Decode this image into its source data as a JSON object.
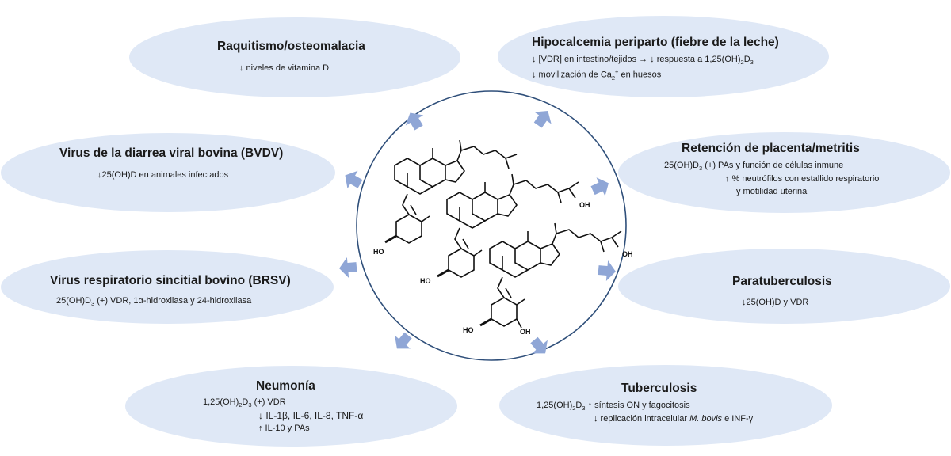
{
  "raquitismo": {
    "title": "Raquitismo/osteomalacia",
    "l1": "↓ niveles de vitamina D"
  },
  "hipocalcemia": {
    "title": "Hipocalcemia periparto (fiebre de la leche)",
    "l1_a": "↓ [VDR] en intestino/tejidos → ↓ respuesta a  1,25(OH)",
    "l1_s1": "2",
    "l1_b": "D",
    "l1_s2": "3",
    "l2_a": "↓ movilización de Ca",
    "l2_s1": "2",
    "l2_s2": "+",
    "l2_b": " en huesos"
  },
  "bvdv": {
    "title": "Virus de la diarrea viral bovina (BVDV)",
    "l1": "↓25(OH)D en animales infectados"
  },
  "retencion": {
    "title": "Retención de placenta/metritis",
    "l1_a": "25(OH)D",
    "l1_s1": "3",
    "l1_b": "  (+) PAs y función de células inmune",
    "l2": "↑ % neutrófilos con estallido respiratorio",
    "l3": "y motilidad uterina"
  },
  "brsv": {
    "title": "Virus respiratorio sincitial bovino (BRSV)",
    "l1_a": "25(OH)D",
    "l1_s1": "3",
    "l1_b": " (+) VDR, 1α-hidroxilasa y 24-hidroxilasa"
  },
  "paratb": {
    "title": "Paratuberculosis",
    "l1": "↓25(OH)D  y VDR"
  },
  "neumonia": {
    "title": "Neumonía",
    "l1_a": "1,25(OH)",
    "l1_s1": "2",
    "l1_b": "D",
    "l1_s2": "3",
    "l1_c": "   (+) VDR",
    "l2": "↓ IL-1β, IL-6, IL-8, TNF-α",
    "l3": "↑ IL-10 y PAs"
  },
  "tb": {
    "title": "Tuberculosis",
    "l1_a": "1,25(OH)",
    "l1_s1": "2",
    "l1_b": "D",
    "l1_s2": "3",
    "l1_c": " ↑ síntesis ON y fagocitosis",
    "l2_a": "↓ replicación intracelular ",
    "l2_i": "M. bovis",
    "l2_b": " e INF-γ"
  },
  "molecules": {
    "oh": "OH",
    "ho": "HO"
  },
  "colors": {
    "oval": "#dfe8f6",
    "arrow": "#8fa6d6",
    "circle": "#2f4f7a"
  }
}
